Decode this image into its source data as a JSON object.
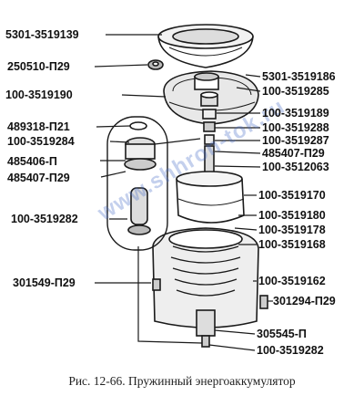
{
  "title": "Рис. 12-66. Пружинный энергоаккумулятор",
  "watermark": "www.shhron-tok.ru",
  "left_labels": {
    "l1": "5301-3519139",
    "l2": "250510-П29",
    "l3": "100-3519190",
    "l4": "489318-П21",
    "l5": "100-3519284",
    "l6": "485406-П",
    "l7": "485407-П29",
    "l8": "100-3519282",
    "l9": "301549-П29"
  },
  "right_labels": {
    "r1": "5301-3519186",
    "r2": "100-3519285",
    "r3": "100-3519189",
    "r4": "100-3519288",
    "r5": "100-3519287",
    "r6": "485407-П29",
    "r7": "100-3512063",
    "r8": "100-3519170",
    "r9": "100-3519180",
    "r10": "100-3519178",
    "r11": "100-3519168",
    "r12": "100-3519162",
    "r13": "301294-П29",
    "r14": "305545-П",
    "r15": "100-3519282"
  },
  "colors": {
    "line": "#1a1a1a",
    "watermark": "#466ec8"
  }
}
